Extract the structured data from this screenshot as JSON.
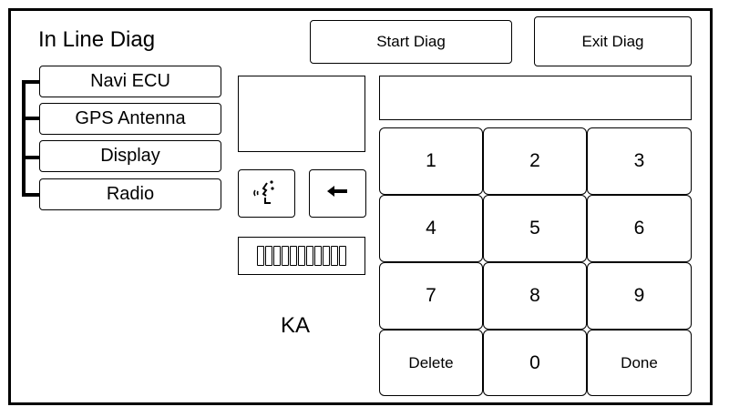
{
  "screen": {
    "title": "In Line Diag",
    "start_label": "Start Diag",
    "exit_label": "Exit Diag",
    "status_text": "KA"
  },
  "tree": {
    "items": [
      {
        "label": "Navi ECU"
      },
      {
        "label": "GPS Antenna"
      },
      {
        "label": "Display"
      },
      {
        "label": "Radio"
      }
    ]
  },
  "keypad": {
    "keys": [
      "1",
      "2",
      "3",
      "4",
      "5",
      "6",
      "7",
      "8",
      "9",
      "Delete",
      "0",
      "Done"
    ]
  },
  "level_meter": {
    "segments": 11,
    "filled": 0
  },
  "icons": {
    "voice": "voice-command-icon",
    "back": "back-arrow-icon"
  }
}
